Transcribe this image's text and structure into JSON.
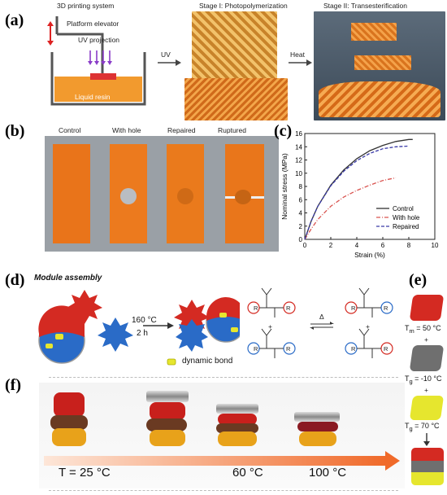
{
  "panels": {
    "a": {
      "label": "(a)",
      "system_title": "3D printing system",
      "platform_label": "Platform elevator",
      "uv_label": "UV projection",
      "resin_label": "Liquid resin",
      "arrow_uv": "UV",
      "stage1": "Stage I: Photopolymerization",
      "arrow_heat": "Heat",
      "stage2": "Stage II: Transesterification"
    },
    "b": {
      "label": "(b)",
      "samples": [
        "Control",
        "With hole",
        "Repaired",
        "Ruptured"
      ]
    },
    "c": {
      "label": "(c)"
    },
    "d": {
      "label": "(d)",
      "title": "Module assembly",
      "temp": "160 °C",
      "time": "2 h",
      "bond": "dynamic bond",
      "delta": "Δ",
      "plus": "+",
      "r_labels": [
        "R",
        "R",
        "R",
        "R",
        "R",
        "R",
        "R",
        "R"
      ]
    },
    "e": {
      "label": "(e)",
      "t1": "T",
      "t1_sub": "m",
      "t1_val": " = 50 °C",
      "t2": "T",
      "t2_sub": "g",
      "t2_val": " = -10 °C",
      "t3": "T",
      "t3_sub": "g",
      "t3_val": " = 70 °C",
      "plus": "+"
    },
    "f": {
      "label": "(f)",
      "temps": [
        "T = 25 °C",
        "60 °C",
        "100 °C"
      ]
    }
  },
  "chart_data": {
    "type": "line",
    "xlabel": "Strain (%)",
    "ylabel": "Nominal stress (MPa)",
    "xlim": [
      0,
      10
    ],
    "ylim": [
      0,
      16
    ],
    "xticks": [
      "0",
      "2",
      "4",
      "6",
      "8",
      "10"
    ],
    "yticks": [
      "0",
      "2",
      "4",
      "6",
      "8",
      "10",
      "12",
      "14",
      "16"
    ],
    "legend_position": "bottom-right",
    "series": [
      {
        "name": "Control",
        "color": "#333333",
        "dash": "solid",
        "x": [
          0,
          0.5,
          1,
          2,
          3,
          4,
          5,
          6,
          7,
          8,
          8.3
        ],
        "y": [
          0,
          2.8,
          5.0,
          8.2,
          10.5,
          12.2,
          13.4,
          14.2,
          14.8,
          15.1,
          15.1
        ]
      },
      {
        "name": "With hole",
        "color": "#d9534f",
        "dash": "dashdot",
        "x": [
          0,
          0.5,
          1,
          2,
          3,
          4,
          5,
          6,
          7
        ],
        "y": [
          0,
          1.6,
          3.0,
          5.0,
          6.4,
          7.4,
          8.2,
          8.9,
          9.3
        ]
      },
      {
        "name": "Repaired",
        "color": "#3a3aa8",
        "dash": "dashed",
        "x": [
          0,
          0.5,
          1,
          2,
          3,
          4,
          5,
          6,
          7,
          8
        ],
        "y": [
          0,
          2.8,
          5.0,
          8.1,
          10.3,
          11.9,
          13.0,
          13.7,
          14.0,
          14.1
        ]
      }
    ]
  },
  "colors": {
    "resin_orange": "#e8741c",
    "module_red": "#d42a22",
    "module_blue": "#2a6bc7",
    "module_yellow": "#e6e62e",
    "module_gray": "#6f6f6f",
    "arrow_orange": "#f06a2a"
  }
}
